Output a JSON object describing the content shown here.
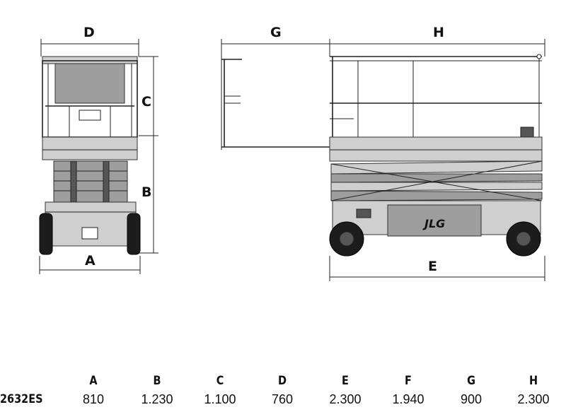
{
  "dimension_labels": {
    "A": "A",
    "B": "B",
    "C": "C",
    "D": "D",
    "E": "E",
    "G": "G",
    "H": "H"
  },
  "logo_text": "JLG",
  "spec_table": {
    "columns": [
      "A",
      "B",
      "C",
      "D",
      "E",
      "F",
      "G",
      "H"
    ],
    "rows": [
      {
        "model": "2632ES",
        "values": [
          "810",
          "1.230",
          "1.100",
          "760",
          "2.300",
          "1.940",
          "900",
          "2.300"
        ]
      }
    ]
  }
}
